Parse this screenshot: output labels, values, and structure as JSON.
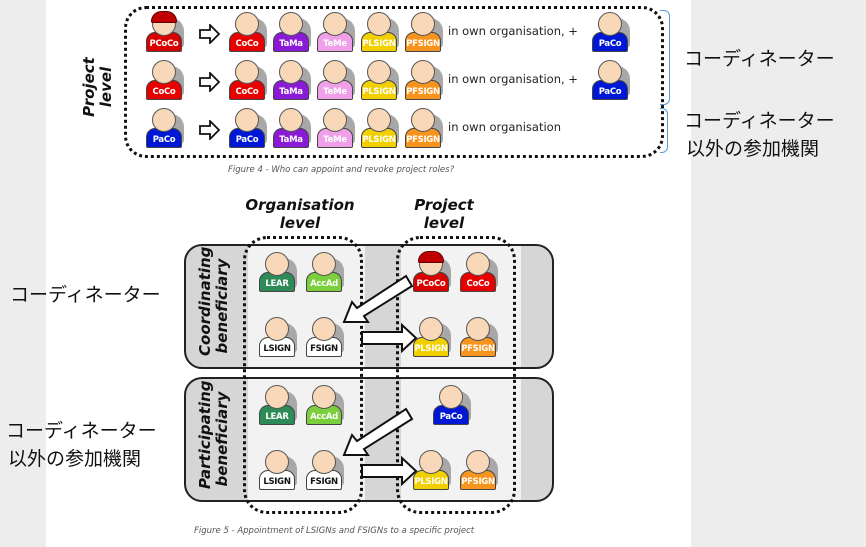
{
  "figure4": {
    "row_heading": [
      "Project",
      "level"
    ],
    "rows": [
      {
        "appointer": {
          "label": "PCoCo",
          "color": "#d90000",
          "cap": true
        },
        "appointees": [
          {
            "label": "CoCo",
            "color": "#e60000"
          },
          {
            "label": "TaMa",
            "color": "#8a1ad6"
          },
          {
            "label": "TeMe",
            "color": "#f0a0e8"
          },
          {
            "label": "PLSIGN",
            "color": "#f2d000"
          },
          {
            "label": "PFSIGN",
            "color": "#f7941d"
          }
        ],
        "text": "in own organisation, +",
        "extra": {
          "label": "PaCo",
          "color": "#0018d6"
        }
      },
      {
        "appointer": {
          "label": "CoCo",
          "color": "#e60000",
          "cap": false
        },
        "appointees": [
          {
            "label": "CoCo",
            "color": "#e60000"
          },
          {
            "label": "TaMa",
            "color": "#8a1ad6"
          },
          {
            "label": "TeMe",
            "color": "#f0a0e8"
          },
          {
            "label": "PLSIGN",
            "color": "#f2d000"
          },
          {
            "label": "PFSIGN",
            "color": "#f7941d"
          }
        ],
        "text": "in own organisation, +",
        "extra": {
          "label": "PaCo",
          "color": "#0018d6"
        }
      },
      {
        "appointer": {
          "label": "PaCo",
          "color": "#0018d6",
          "cap": false
        },
        "appointees": [
          {
            "label": "PaCo",
            "color": "#0018d6"
          },
          {
            "label": "TaMa",
            "color": "#8a1ad6"
          },
          {
            "label": "TeMe",
            "color": "#f0a0e8"
          },
          {
            "label": "PLSIGN",
            "color": "#f2d000"
          },
          {
            "label": "PFSIGN",
            "color": "#f7941d"
          }
        ],
        "text": "in own organisation",
        "extra": null
      }
    ],
    "caption": "Figure 4 - Who can appoint and revoke project roles?"
  },
  "figure5": {
    "col_headings": {
      "organisation": [
        "Organisation",
        "level"
      ],
      "project": [
        "Project",
        "level"
      ]
    },
    "bands": [
      {
        "label": [
          "Coordinating",
          "beneficiary"
        ],
        "org_top": [
          {
            "label": "LEAR",
            "color": "#2e8b57"
          },
          {
            "label": "AccAd",
            "color": "#7ccf3c"
          }
        ],
        "org_bottom": [
          {
            "label": "LSIGN",
            "color": "#ffffff"
          },
          {
            "label": "FSIGN",
            "color": "#ffffff"
          }
        ],
        "proj_top": [
          {
            "label": "PCoCo",
            "color": "#d90000",
            "cap": true
          },
          {
            "label": "CoCo",
            "color": "#e60000"
          }
        ],
        "proj_bottom": [
          {
            "label": "PLSIGN",
            "color": "#f2d000"
          },
          {
            "label": "PFSIGN",
            "color": "#f7941d"
          }
        ]
      },
      {
        "label": [
          "Participating",
          "beneficiary"
        ],
        "org_top": [
          {
            "label": "LEAR",
            "color": "#2e8b57"
          },
          {
            "label": "AccAd",
            "color": "#7ccf3c"
          }
        ],
        "org_bottom": [
          {
            "label": "LSIGN",
            "color": "#ffffff"
          },
          {
            "label": "FSIGN",
            "color": "#ffffff"
          }
        ],
        "proj_top": [
          {
            "label": "PaCo",
            "color": "#0018d6"
          }
        ],
        "proj_bottom": [
          {
            "label": "PLSIGN",
            "color": "#f2d000"
          },
          {
            "label": "PFSIGN",
            "color": "#f7941d"
          }
        ]
      }
    ],
    "caption": "Figure 5 - Appointment of LSIGNs and FSIGNs to a specific project"
  },
  "annotations": {
    "coordinator": "コーディネーター",
    "non_coordinator_line1": "コーディネーター",
    "non_coordinator_line2": "以外の参加機関"
  }
}
